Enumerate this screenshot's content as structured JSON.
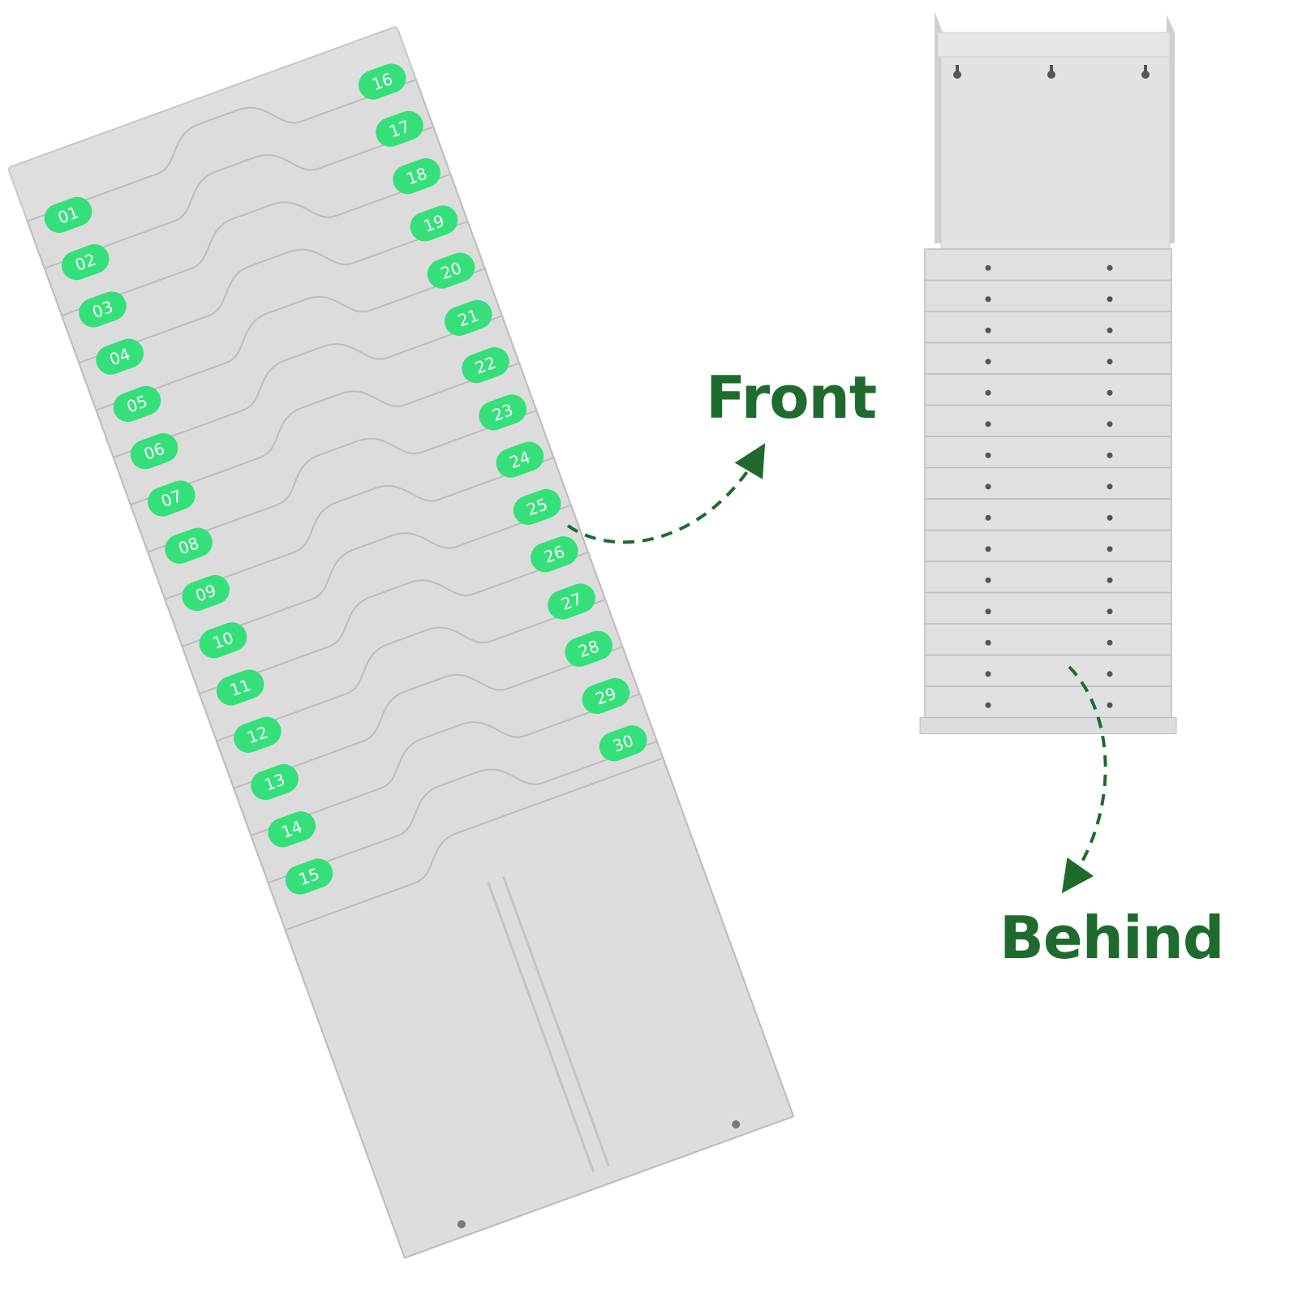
{
  "labels": {
    "front": "Front",
    "behind": "Behind"
  },
  "front_rack": {
    "left_slots": [
      "01",
      "02",
      "03",
      "04",
      "05",
      "06",
      "07",
      "08",
      "09",
      "10",
      "11",
      "12",
      "13",
      "14",
      "15"
    ],
    "right_slots": [
      "16",
      "17",
      "18",
      "19",
      "20",
      "21",
      "22",
      "23",
      "24",
      "25",
      "26",
      "27",
      "28",
      "29",
      "30"
    ]
  },
  "back_rack": {
    "pocket_count": 15,
    "keyhole_count": 3
  },
  "colors": {
    "plastic": "#dcdcdc",
    "plastic_shadow": "#bdbdbd",
    "tab_green": "#35e07a",
    "label_green": "#1f6b2e",
    "tab_text": "#ffffff",
    "dark_mark": "#555555"
  }
}
